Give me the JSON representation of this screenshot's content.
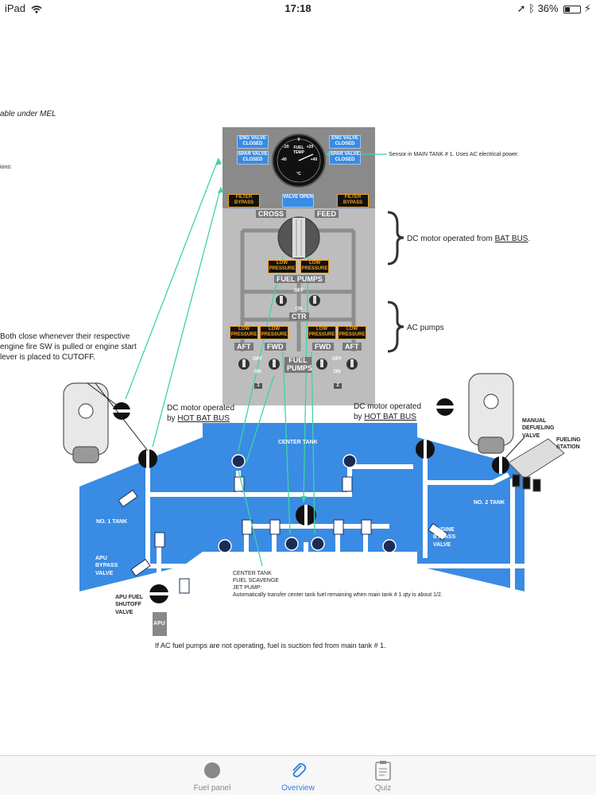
{
  "status_bar": {
    "device": "iPad",
    "time": "17:18",
    "battery": "36%",
    "battery_level": 0.36
  },
  "notes": {
    "mel_fragment": "able under MEL",
    "ions_fragment": "ions:",
    "valve_note_line1": "Both close whenever their respective",
    "valve_note_line2": "engine fire SW is pulled or engine start",
    "valve_note_line3": "lever is placed to CUTOFF.",
    "sensor_note": "Sensor in MAIN TANK # 1. Uses AC electrical power.",
    "dc_motor_bat_bus_prefix": "DC motor operated from",
    "dc_motor_bat_bus_link": "BAT BUS",
    "dc_motor_bat_bus_suffix": ".",
    "ac_pumps": "AC pumps",
    "dc_motor_left_line1": "DC motor operated",
    "dc_motor_left_prefix": "by",
    "dc_motor_left_link": "HOT BAT BUS",
    "dc_motor_right_line1": "DC motor operated",
    "dc_motor_right_prefix": "by",
    "dc_motor_right_link": "HOT BAT BUS",
    "scavenge_line1": "CENTER TANK",
    "scavenge_line2": "FUEL SCAVENGE",
    "scavenge_line3": "JET PUMP:",
    "scavenge_line4": "Automatically transfer center tank fuel remaining when main tank # 1 qty is about 1/2.",
    "suction_note": "If AC fuel pumps are not operating, fuel is suction fed from main tank # 1."
  },
  "panel": {
    "eng_valve_closed_1": "ENG VALVE CLOSED",
    "spar_valve_closed_1": "SPAR VALVE CLOSED",
    "eng_valve_closed_2": "ENG VALVE CLOSED",
    "spar_valve_closed_2": "SPAR VALVE CLOSED",
    "fuel_temp": "FUEL TEMP",
    "gauge_ticks": [
      "0",
      "+20",
      "+40",
      "-20",
      "-40"
    ],
    "gauge_unit": "°C",
    "filter_bypass_1": "FILTER BYPASS",
    "filter_bypass_2": "FILTER BYPASS",
    "valve_open": "VALVE OPEN",
    "cross": "CROSS",
    "feed": "FEED",
    "low_pressure_ctr_1": "LOW PRESSURE",
    "low_pressure_ctr_2": "LOW PRESSURE",
    "fuel_pumps_title": "FUEL PUMPS",
    "off": "OFF",
    "on": "ON",
    "ctr": "CTR",
    "low_pressure_aft_1": "LOW PRESSURE",
    "low_pressure_fwd_1": "LOW PRESSURE",
    "low_pressure_fwd_2": "LOW PRESSURE",
    "low_pressure_aft_2": "LOW PRESSURE",
    "aft_1": "AFT",
    "fwd_1": "FWD",
    "fwd_2": "FWD",
    "aft_2": "AFT",
    "fuel_pumps_bottom": "FUEL PUMPS",
    "off_1": "OFF",
    "on_1": "ON",
    "off_2": "OFF",
    "on_2": "ON",
    "num_1": "1",
    "num_2": "2"
  },
  "tanks": {
    "center_tank": "CENTER TANK",
    "no1_tank": "NO. 1 TANK",
    "no2_tank": "NO. 2 TANK",
    "apu_bypass_valve": "APU BYPASS VALVE",
    "engine_bypass_valve": "ENGINE BYPASS VALVE",
    "apu_fuel_shutoff": "APU FUEL SHUTOFF VALVE",
    "apu": "APU",
    "manual_defueling_valve": "MANUAL DEFUELING VALVE",
    "fueling_station": "FUELING STATION"
  },
  "colors": {
    "tank_blue": "#3a8be3",
    "panel_gray": "#8a8a8a",
    "annotation_green": "#3fd3a3",
    "tab_active": "#2b7de0"
  },
  "tabs": [
    {
      "label": "Fuel panel",
      "icon": "circle-icon",
      "active": false
    },
    {
      "label": "Overview",
      "icon": "paperclip-icon",
      "active": true
    },
    {
      "label": "Quiz",
      "icon": "clipboard-icon",
      "active": false
    }
  ]
}
